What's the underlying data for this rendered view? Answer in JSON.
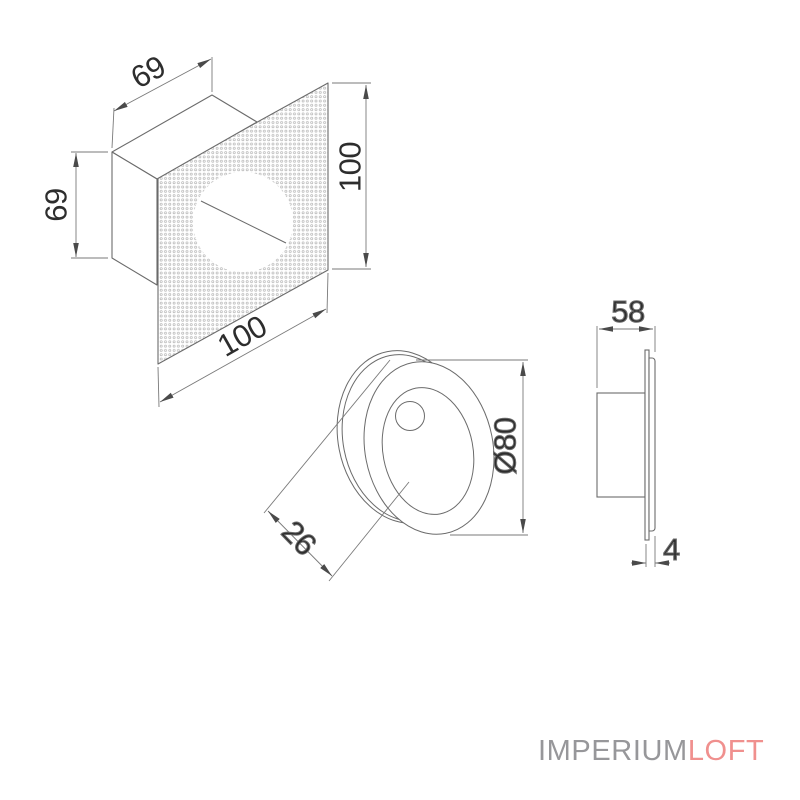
{
  "page": {
    "background": "#ffffff"
  },
  "drawing": {
    "type": "technical-dimension-drawing",
    "subject": "square recessed wall light fixture, three views",
    "line_color": "#6b6b6b",
    "dim_line_color": "#7a7a7a",
    "dim_text_color": "#2d2d2d",
    "texture_dot_color": "#b5b5b5",
    "views": {
      "isometric_plate": "square perforated plate 100x100 with 69x69 mounting box and round recess",
      "front_tilted": "round trim ring tilted, diameter 80, depth 26",
      "side_profile": "wall profile, recess depth 58, face protrusion 4"
    }
  },
  "dimensions": {
    "iso_top": "69",
    "iso_left": "69",
    "iso_right": "100",
    "iso_bottom": "100",
    "front_depth": "26",
    "front_diameter": "Ø80",
    "side_depth": "58",
    "side_plate": "4"
  },
  "logo": {
    "part1": "IMPERIUM",
    "part2": "LOFT",
    "part1_color": "#97979a",
    "part2_color": "#f0908e"
  }
}
